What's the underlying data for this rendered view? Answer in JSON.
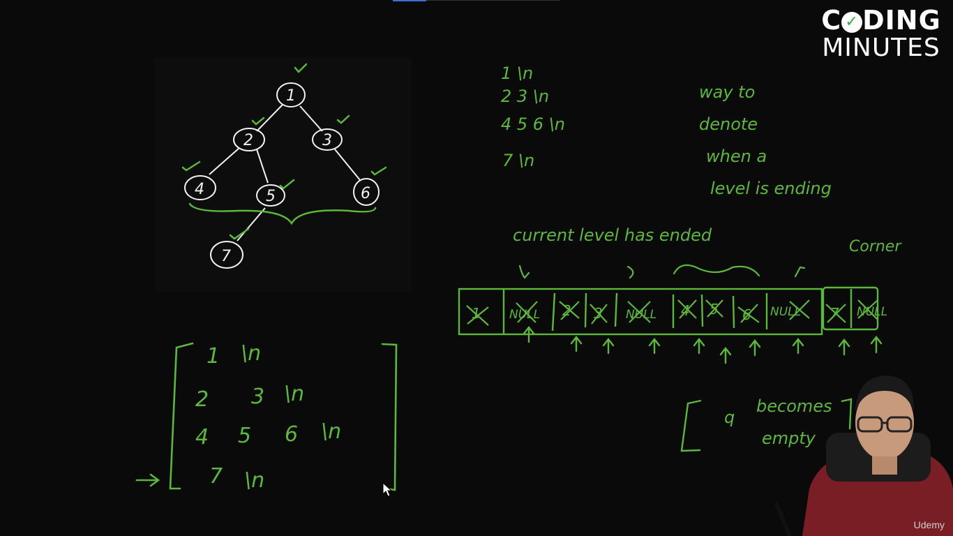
{
  "logo": {
    "line1_a": "C",
    "line1_b": "DING",
    "check": "✓",
    "line2": "MINUTES"
  },
  "tree": {
    "nodes": [
      "1",
      "2",
      "3",
      "4",
      "5",
      "6",
      "7"
    ]
  },
  "notes_levels": [
    "1 \\n",
    "2 3 \\n",
    "4 5 6 \\n",
    "7 \\n"
  ],
  "idea_text": [
    "way to",
    "denote",
    "when a",
    "level is ending"
  ],
  "current_level_text": "current level has ended",
  "corner_text": "Corner",
  "queue": {
    "cells": [
      "1",
      "NULL",
      "2",
      "3",
      "NULL",
      "4",
      "5",
      "6",
      "NULL",
      "7",
      "NULL"
    ]
  },
  "result_matrix": {
    "rows": [
      [
        "1",
        "\\n"
      ],
      [
        "2",
        "3",
        "\\n"
      ],
      [
        "4",
        "5",
        "6",
        "\\n"
      ],
      [
        "7",
        "\\n"
      ]
    ]
  },
  "empty_note": {
    "q": "q",
    "line1": "becomes",
    "line2": "empty"
  },
  "watermark": "Udemy",
  "colors": {
    "chalk": "#5cb83a",
    "node": "#f2f2f2",
    "background": "#0a0a0a"
  }
}
